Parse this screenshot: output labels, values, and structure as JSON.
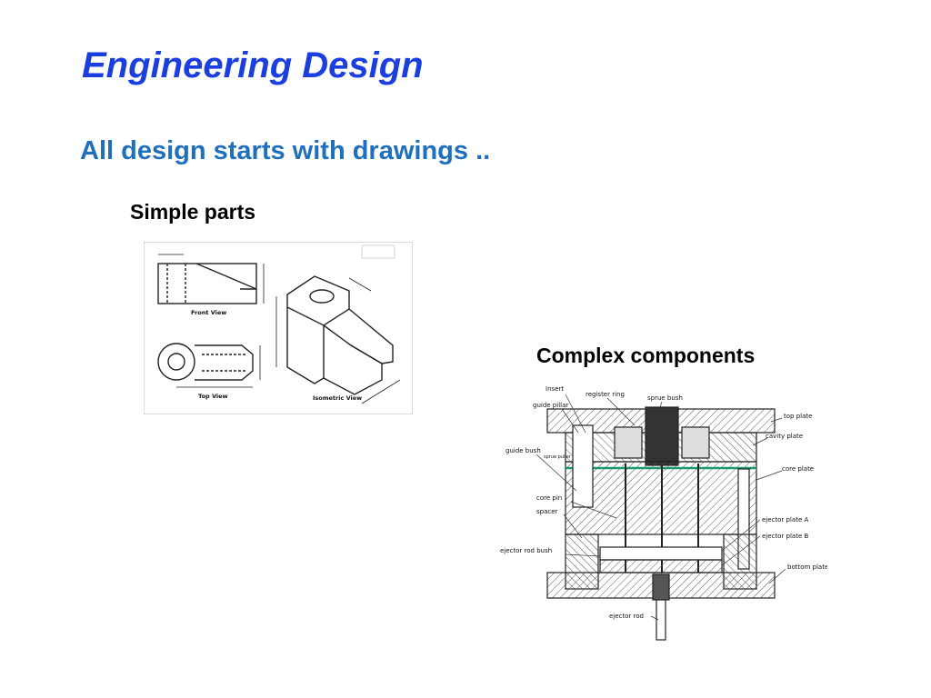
{
  "slide": {
    "title": "Engineering Design",
    "subtitle": "All design starts with drawings ..",
    "simple_label": "Simple parts",
    "complex_label": "Complex components"
  },
  "simple_drawing": {
    "front_view_caption": "Front View",
    "top_view_caption": "Top View",
    "isometric_caption": "Isometric View"
  },
  "complex_drawing": {
    "labels": {
      "insert": "Insert",
      "register_ring": "register ring",
      "sprue_bush": "sprue bush",
      "guide_pillar": "guide pillar",
      "guide_bush": "guide bush",
      "sprue_puller": "sprue puller",
      "core_pin": "core pin",
      "spacer": "spacer",
      "ejector_rod_bush": "ejector rod bush",
      "ejector_rod": "ejector rod",
      "top_plate": "top plate",
      "cavity_plate": "cavity plate",
      "core_plate": "core plate",
      "ejector_plate_a": "ejector plate A",
      "ejector_plate_b": "ejector plate B",
      "bottom_plate": "bottom plate"
    }
  }
}
